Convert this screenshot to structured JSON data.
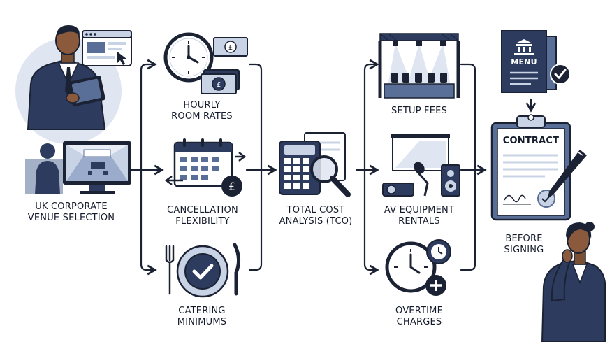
{
  "colors": {
    "ink": "#1b2233",
    "navy": "#2c3b5e",
    "slate": "#5a6f98",
    "pale": "#c9d3e6",
    "bg": "#ffffff"
  },
  "start": {
    "lines": [
      "UK CORPORATE",
      "VENUE SELECTION"
    ],
    "icons": [
      "businessman-tablet-icon",
      "browser-window-icon",
      "conference-room-monitor-icon",
      "person-silhouette-icon"
    ]
  },
  "branch1": [
    {
      "id": "hourly",
      "lines": [
        "HOURLY",
        "ROOM RATES"
      ],
      "icon": "clock-money-icon"
    },
    {
      "id": "cancel",
      "lines": [
        "CANCELLATION",
        "FLEXIBILITY"
      ],
      "icon": "calendar-pound-icon"
    },
    {
      "id": "catering",
      "lines": [
        "CATERING",
        "MINIMUMS"
      ],
      "icon": "plate-cutlery-icon"
    }
  ],
  "center": {
    "lines": [
      "TOTAL COST",
      "ANALYSIS (TCO)"
    ],
    "icon": "calculator-magnifier-icon"
  },
  "branch2": [
    {
      "id": "setup",
      "lines": [
        "SETUP FEES"
      ],
      "icon": "stage-lights-icon"
    },
    {
      "id": "av",
      "lines": [
        "AV EQUIPMENT",
        "RENTALS"
      ],
      "icon": "projector-speaker-icon"
    },
    {
      "id": "overtime",
      "lines": [
        "OVERTIME",
        "CHARGES"
      ],
      "icon": "clock-plus-icon"
    }
  ],
  "end": {
    "menu_text": "MENU",
    "contract_text": "CONTRACT",
    "lines": [
      "BEFORE",
      "SIGNING"
    ],
    "icons": [
      "menu-document-icon",
      "clipboard-contract-icon",
      "pen-icon",
      "thinking-woman-icon"
    ]
  }
}
